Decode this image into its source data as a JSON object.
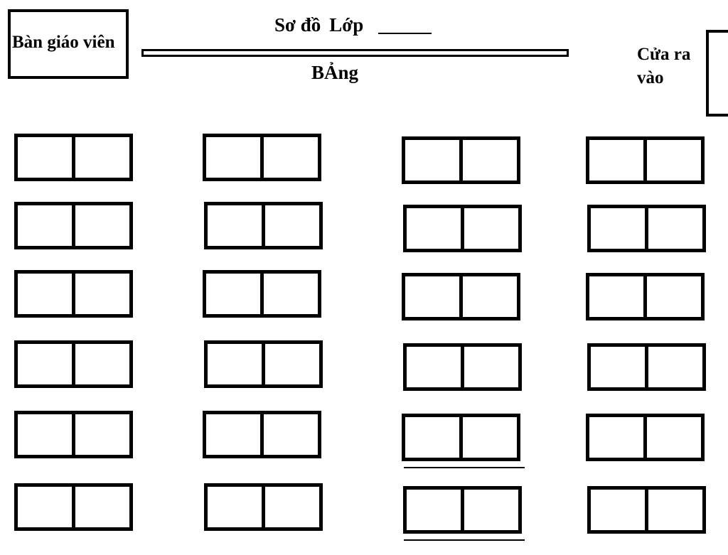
{
  "teacher_desk": {
    "label": "Bàn giáo viên"
  },
  "title": {
    "prefix": "Sơ đồ",
    "class_label": "Lớp"
  },
  "board": {
    "label": "BẢng"
  },
  "door": {
    "line1": "Cửa ra",
    "line2": "vào"
  },
  "desks": {
    "columns": 4,
    "rows": 6,
    "seats_per_desk": 2
  }
}
